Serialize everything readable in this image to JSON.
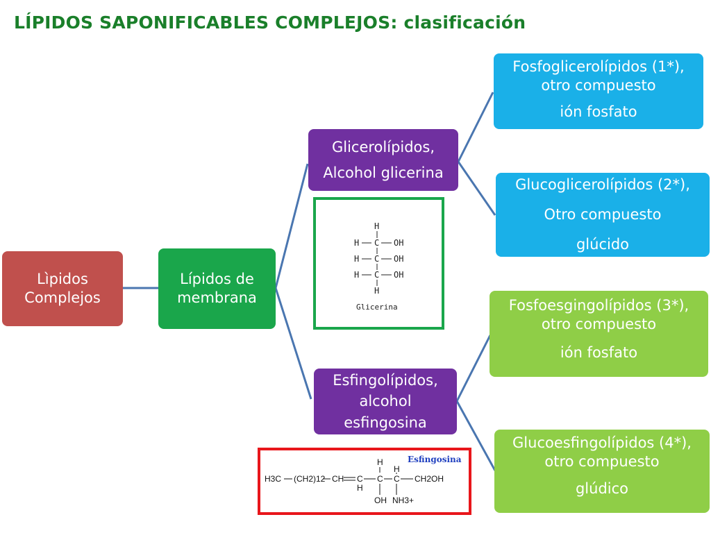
{
  "title": "LÍPIDOS SAPONIFICABLES COMPLEJOS: clasificación",
  "nodes": {
    "root": {
      "lines": [
        "Lìpidos",
        "Complejos"
      ]
    },
    "membrane": {
      "lines": [
        "Lípidos de",
        "membrana"
      ]
    },
    "glycero": {
      "lines": [
        "Glicerolípidos,",
        "Alcohol glicerina"
      ]
    },
    "sphingo": {
      "lines": [
        "Esfingolípidos,",
        "alcohol",
        "esfingosina"
      ]
    },
    "phosphoglycero": {
      "lines": [
        "Fosfoglicerolípidos (1*),",
        "otro compuesto",
        "ión fosfato"
      ]
    },
    "glucoglycero": {
      "lines": [
        "Glucoglicerolípidos (2*),",
        "Otro compuesto",
        "glúcido"
      ]
    },
    "phosphosphingo": {
      "lines": [
        "Fosfoesgingolípidos (3*),",
        "otro compuesto",
        "ión fosfato"
      ]
    },
    "glucosphingo": {
      "lines": [
        "Glucoesfingolípidos (4*),",
        "otro compuesto",
        "glúdico"
      ]
    }
  },
  "glycerol_formula": {
    "caption": "Glicerina",
    "top_h": "H",
    "bottom_h": "H",
    "rows": [
      {
        "left": "H",
        "center": "C",
        "right": "OH"
      },
      {
        "left": "H",
        "center": "C",
        "right": "OH"
      },
      {
        "left": "H",
        "center": "C",
        "right": "OH"
      }
    ]
  },
  "sphingosine_formula": {
    "caption": "Esfingosina",
    "h3c": "H3C",
    "ch2_12": "(CH2)12",
    "ch": "CH",
    "c1": "C",
    "c2": "C",
    "c3": "C",
    "ch2oh": "CH2OH",
    "h_under_c1": "H",
    "h_over_c2": "H",
    "h_over_c3": "H",
    "oh": "OH",
    "nh3": "NH3+"
  },
  "colors": {
    "title": "#1a7f2a",
    "root": "#c0504d",
    "membrane": "#1aa64b",
    "class": "#7030a0",
    "glycero_children": "#1ab0e8",
    "sphingo_children": "#8fce47",
    "connector": "#4a76b0",
    "glycerol_frame": "#1aa64b",
    "sphingosine_frame": "#e8161b",
    "sphingosine_caption": "#1f3fbf"
  }
}
